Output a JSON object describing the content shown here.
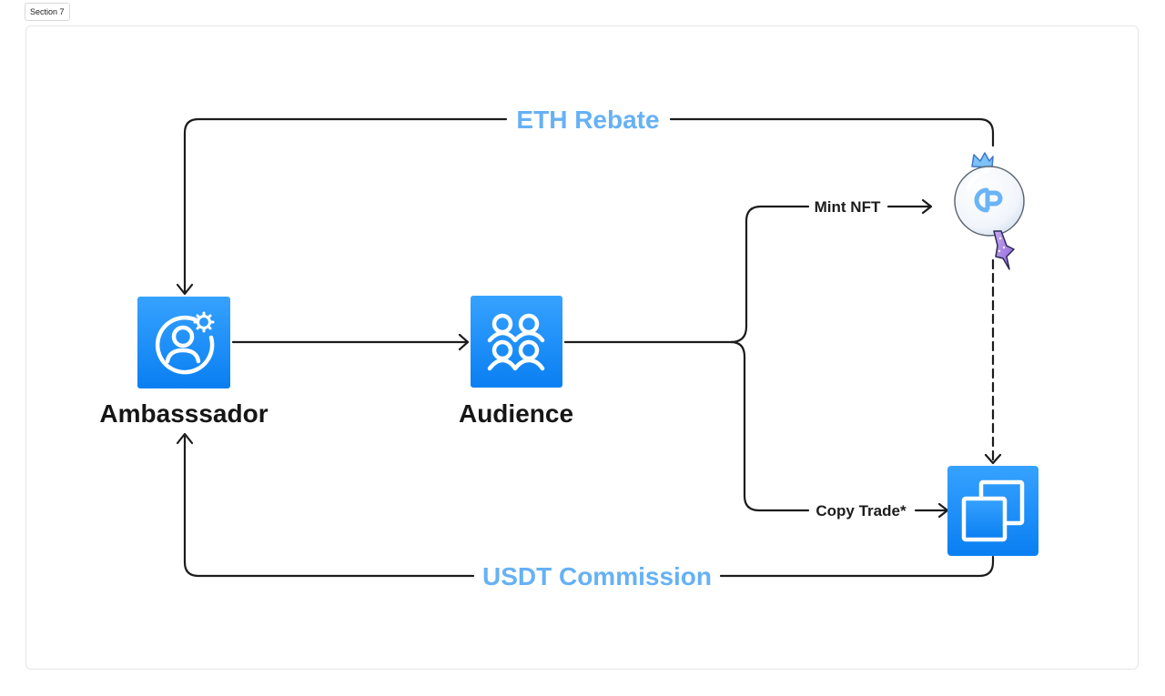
{
  "section_tag": "Section 7",
  "colors": {
    "accent_blue": "#1a8cff",
    "label_blue": "#66b1f5",
    "line": "#1c1c1c"
  },
  "nodes": {
    "ambassador": {
      "label": "Ambasssador",
      "icon": "user-gear-icon"
    },
    "audience": {
      "label": "Audience",
      "icon": "group-icon"
    },
    "nft": {
      "icon": "nft-bubble-icon"
    },
    "copy_trade": {
      "icon": "copy-icon"
    }
  },
  "edges": {
    "eth_rebate": "ETH Rebate",
    "usdt_commission": "USDT Commission",
    "mint_nft": "Mint NFT",
    "copy_trade": "Copy Trade*"
  }
}
